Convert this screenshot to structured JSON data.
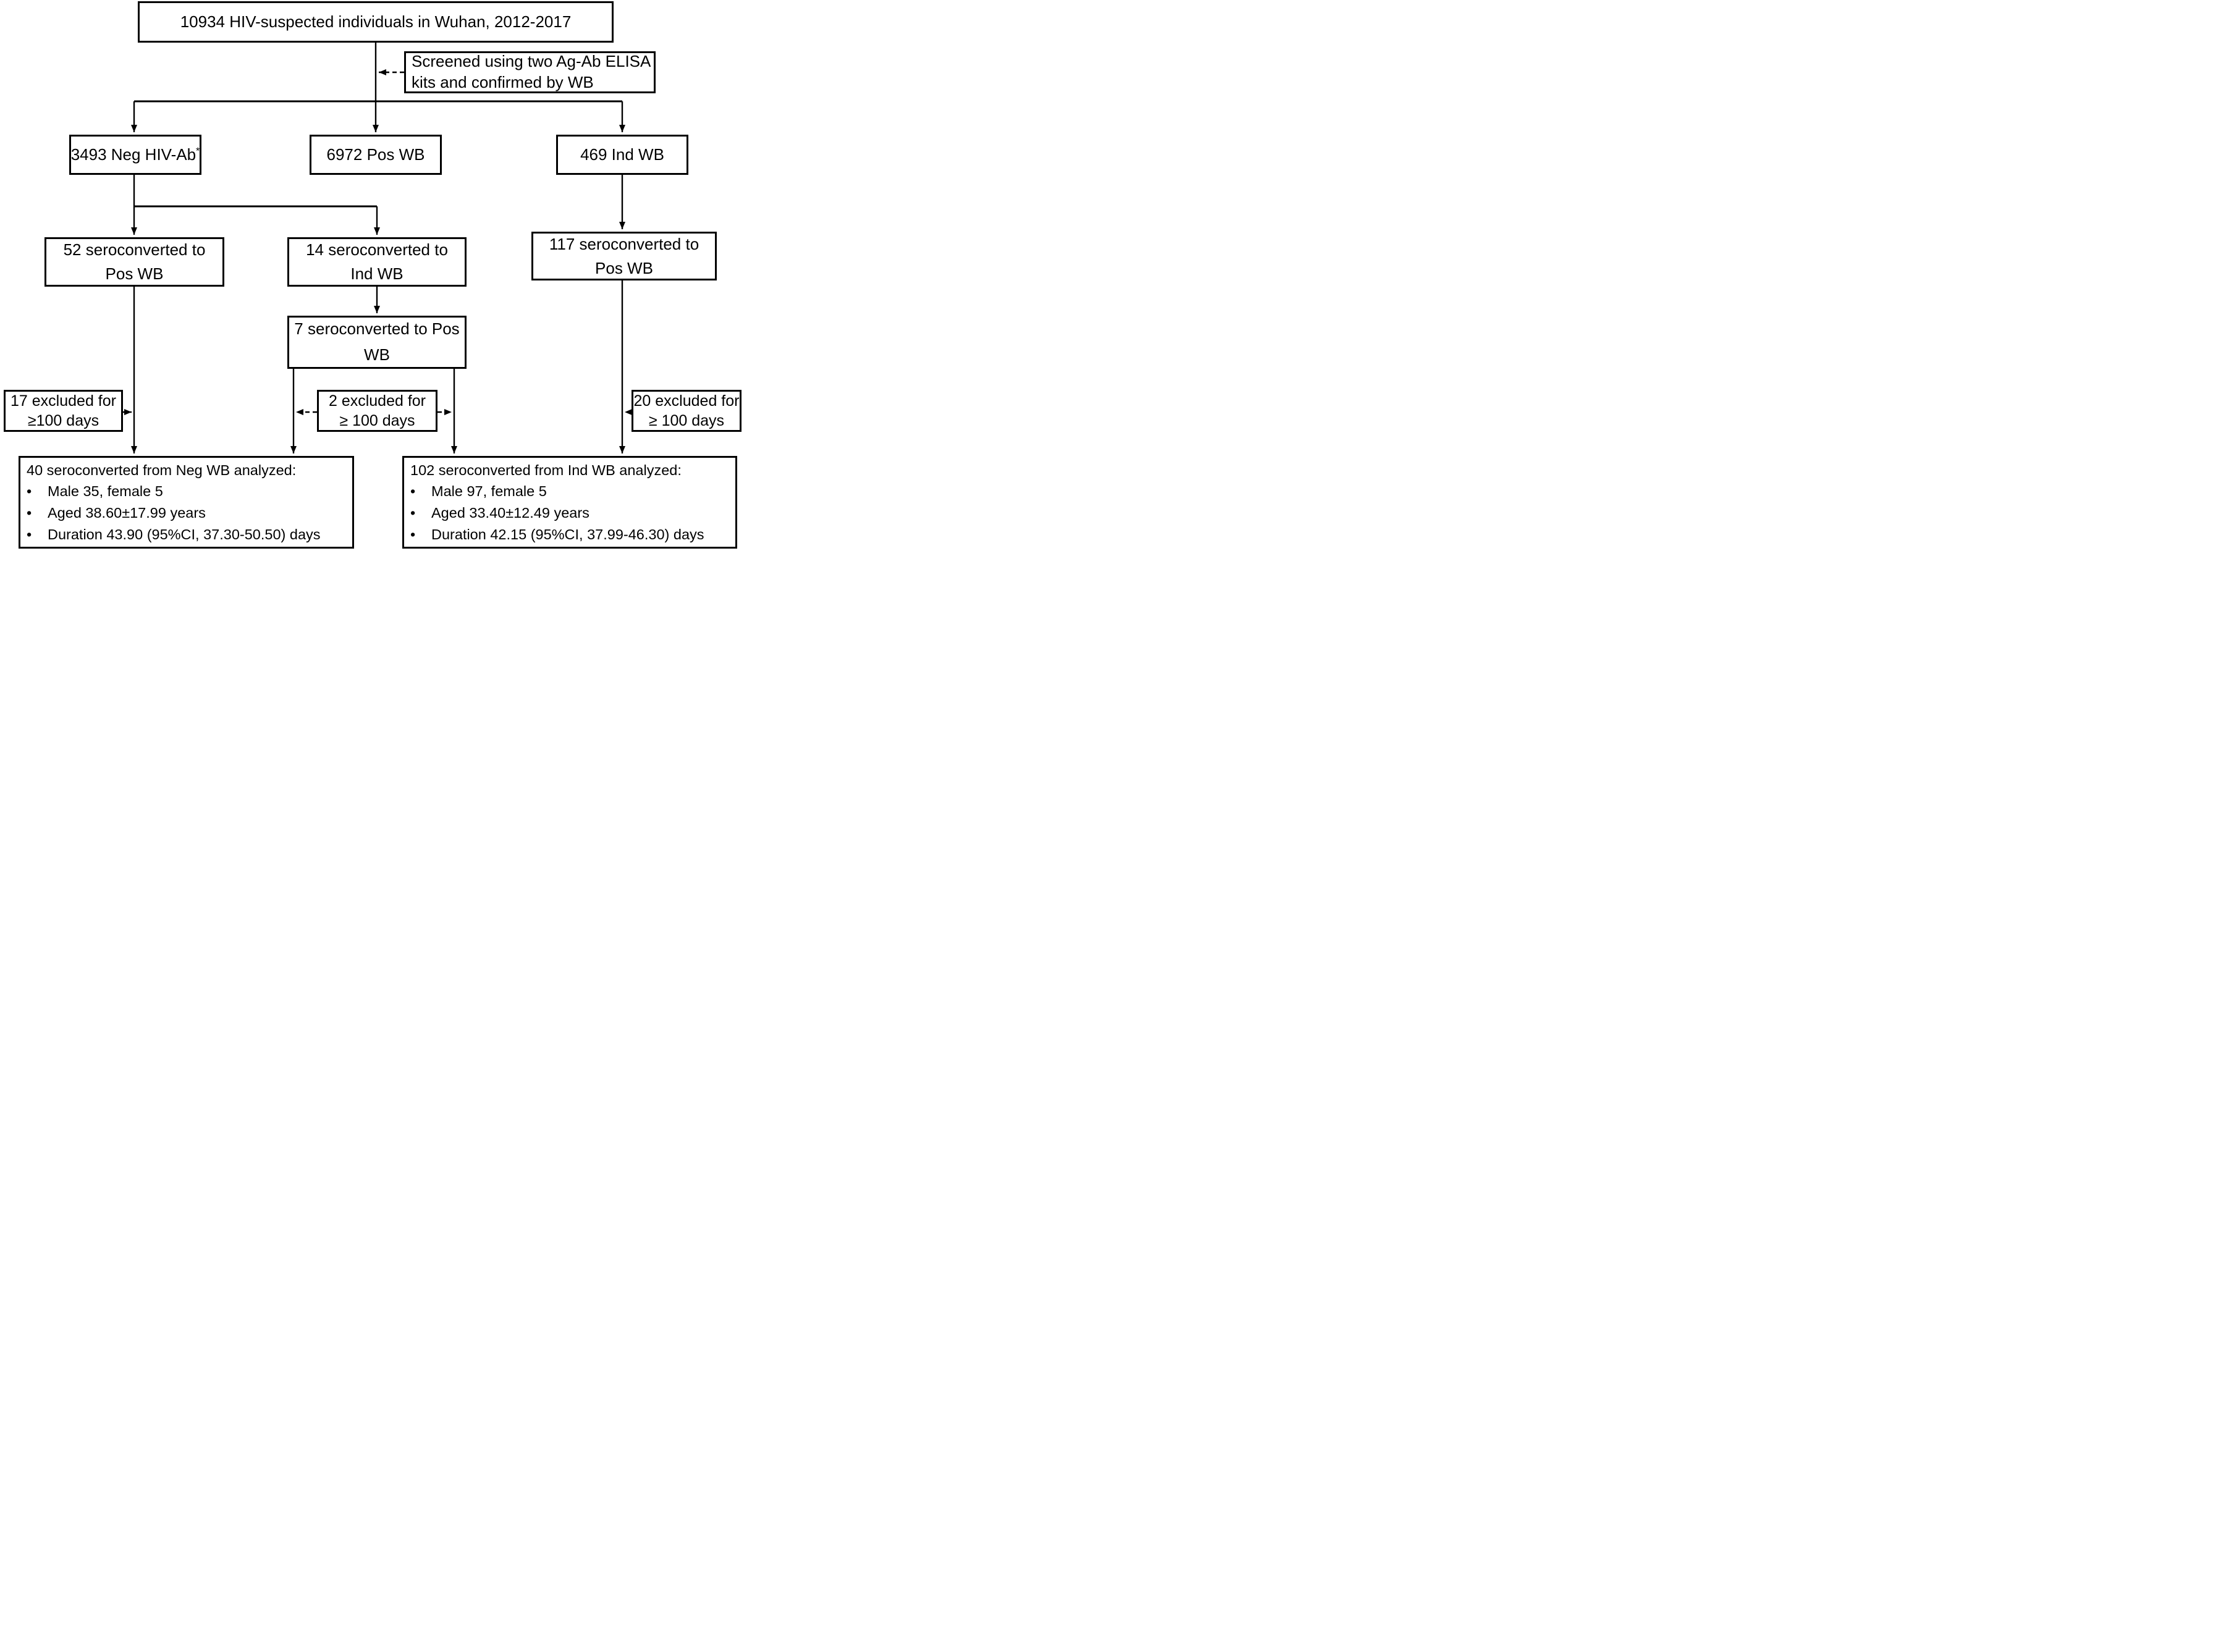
{
  "figure": {
    "background_color": "#ffffff",
    "line_color": "#000000",
    "bullet_char": "•"
  },
  "nodes": {
    "total": {
      "text": "10934 HIV-suspected individuals in Wuhan, 2012-2017"
    },
    "screened": {
      "line1": "Screened using two Ag-Ab ELISA",
      "line2": "kits and confirmed by WB"
    },
    "neg_hiv_ab": {
      "text": "3493 Neg HIV-Ab",
      "superscript": "*"
    },
    "pos_wb": {
      "text": "6972 Pos WB"
    },
    "ind_wb": {
      "text": "469 Ind WB"
    },
    "sero52": {
      "line1": "52 seroconverted to",
      "line2": "Pos WB"
    },
    "sero14": {
      "line1": "14 seroconverted to",
      "line2": "Ind WB"
    },
    "sero117": {
      "line1": "117 seroconverted to",
      "line2": "Pos WB"
    },
    "sero7": {
      "line1": "7 seroconverted to Pos",
      "line2": "WB"
    },
    "excl17": {
      "line1": "17 excluded for",
      "line2": "≥100 days"
    },
    "excl2": {
      "line1": "2 excluded for",
      "line2": "≥ 100 days"
    },
    "excl20": {
      "line1": "20 excluded for",
      "line2": "≥ 100 days"
    },
    "analyzed_neg": {
      "title": "40 seroconverted from Neg WB analyzed:",
      "bullets": [
        "Male 35, female 5",
        "Aged 38.60±17.99 years",
        "Duration 43.90 (95%CI, 37.30-50.50) days"
      ]
    },
    "analyzed_ind": {
      "title": "102 seroconverted from Ind WB analyzed:",
      "bullets": [
        "Male 97, female 5",
        "Aged 33.40±12.49 years",
        "Duration 42.15 (95%CI, 37.99-46.30) days"
      ]
    }
  }
}
